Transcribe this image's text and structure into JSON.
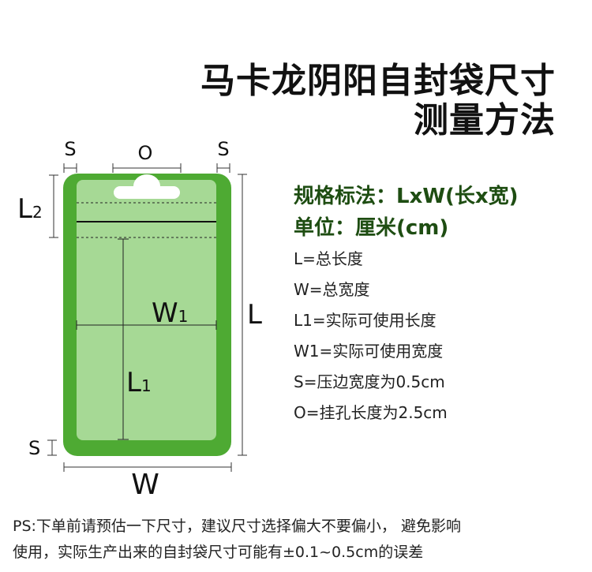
{
  "title": {
    "line1": "马卡龙阴阳自封袋尺寸",
    "line2": "测量方法"
  },
  "diagram": {
    "label_s_left": "S",
    "label_o": "O",
    "label_s_right": "S",
    "label_l2_main": "L",
    "label_l2_sub": "2",
    "label_w1_main": "W",
    "label_w1_sub": "1",
    "label_l1_main": "L",
    "label_l1_sub": "1",
    "label_l": "L",
    "label_s_bottom": "S",
    "label_w": "W",
    "colors": {
      "border": "#4eaa33",
      "fill": "#a6d995",
      "dim_line": "#333333"
    }
  },
  "spec": {
    "format": "规格标法：LxW(长x宽)",
    "unit": "单位：厘米(cm)",
    "items": [
      "L=总长度",
      "W=总宽度",
      "L1=实际可使用长度",
      "W1=实际可使用宽度",
      "S=压边宽度为0.5cm",
      "O=挂孔长度为2.5cm"
    ]
  },
  "footer": {
    "line1": "PS:下单前请预估一下尺寸，建议尺寸选择偏大不要偏小， 避免影响",
    "line2": "使用，实际生产出来的自封袋尺寸可能有±0.1~0.5cm的误差"
  }
}
